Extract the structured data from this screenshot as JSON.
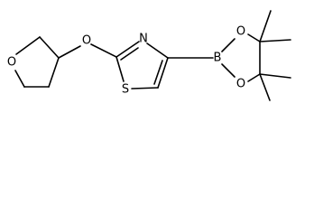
{
  "molecule": {
    "atoms": {
      "oxygen_thf": "O",
      "oxygen_ether": "O",
      "nitrogen": "N",
      "sulfur": "S",
      "boron": "B",
      "oxygen_boronate_top": "O",
      "oxygen_boronate_bottom": "O"
    }
  }
}
